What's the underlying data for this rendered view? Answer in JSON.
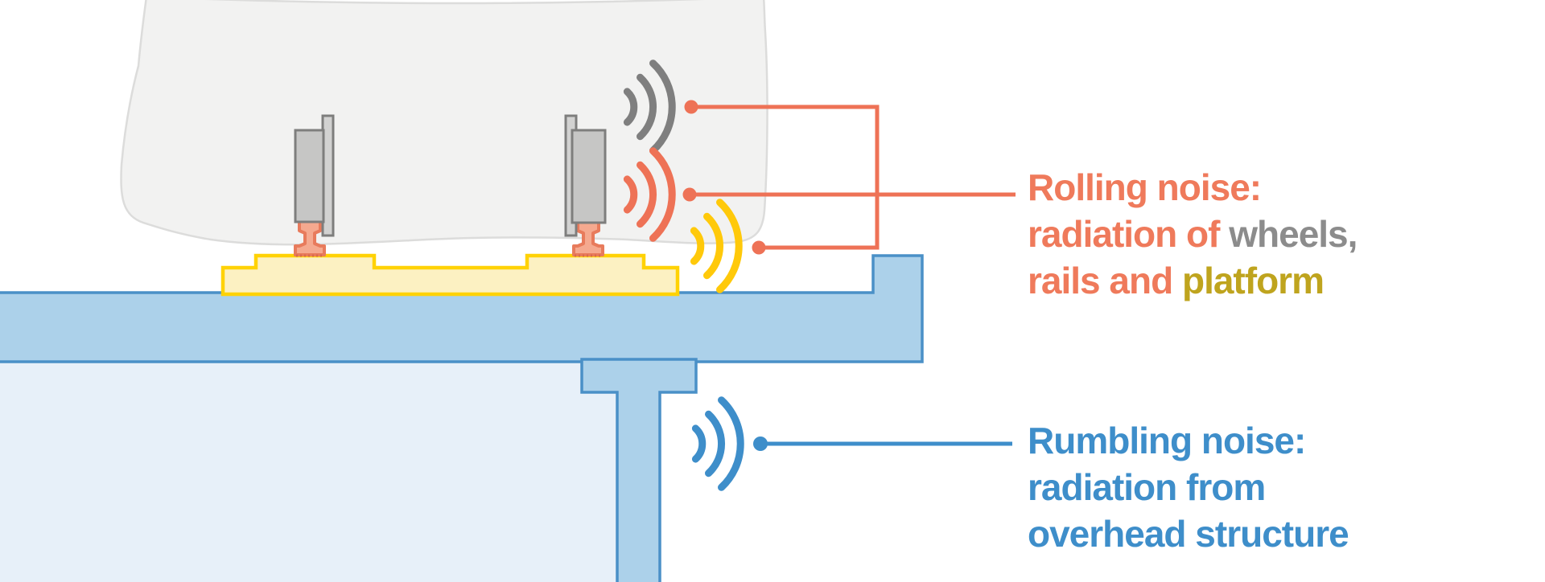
{
  "annotations": {
    "rolling": {
      "title": "Rolling noise:",
      "desc_line1_accent": "radiation of ",
      "desc_line1_gray": "wheels,",
      "desc_line2_accent": "rails and ",
      "desc_line2_gold": "platform"
    },
    "rumbling": {
      "title": "Rumbling noise:",
      "desc_line1": "radiation from",
      "desc_line2": "overhead structure"
    }
  },
  "icons": {
    "wheel_waves": "sound-waves-icon",
    "rail_waves": "sound-waves-icon",
    "platform_waves": "sound-waves-icon",
    "structure_waves": "sound-waves-icon"
  },
  "colors": {
    "text_orange": "#EF7A5B",
    "text_gray": "#8C8C8C",
    "text_gold": "#BFA41E",
    "text_blue": "#3E8ECA",
    "wave_gray": "#7F7F7F",
    "wave_orange": "#EE7256",
    "wave_yellow": "#FFC90A",
    "wave_blue": "#3E8ECA",
    "connector_orange": "#EE7256",
    "connector_blue": "#3E8ECA",
    "car_body_fill": "#F2F2F1",
    "car_body_stroke": "#DCDCDB",
    "wheel_fill": "#C6C6C5",
    "wheel_flange_fill": "#D2D2D1",
    "wheel_stroke": "#7E7E7D",
    "rail_fill": "#F5A98F",
    "rail_stroke": "#E87B5C",
    "slab_fill": "#FCF1C2",
    "slab_stroke": "#FFD205",
    "deck_fill": "#ACD1EA",
    "deck_stroke": "#4A90C7",
    "bridge_interior_fill": "#E7F0F9"
  }
}
